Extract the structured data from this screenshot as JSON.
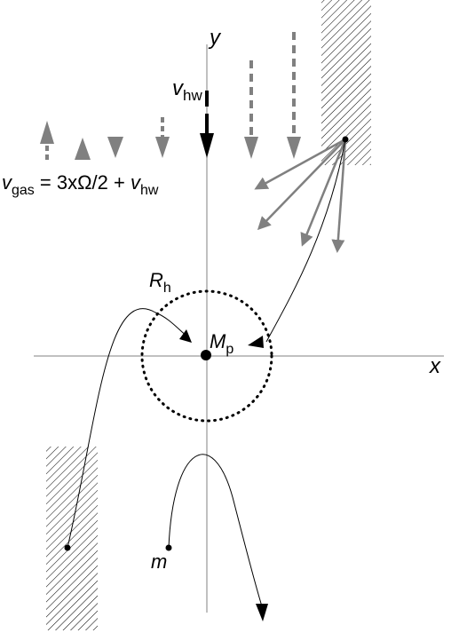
{
  "axes": {
    "x_label": "x",
    "y_label": "y"
  },
  "labels": {
    "vhw_main": "v",
    "vhw_sub": "hw",
    "vgas_v": "v",
    "vgas_sub": "gas",
    "vgas_mid": " = 3xΩ/2 + ",
    "vgas_v2": "v",
    "vgas_sub2": "hw",
    "rh_main": "R",
    "rh_sub": "h",
    "mp_main": "M",
    "mp_sub": "p",
    "m_label": "m"
  },
  "colors": {
    "ink": "#000000",
    "gray_arrow": "#808080",
    "axis": "#808080"
  }
}
